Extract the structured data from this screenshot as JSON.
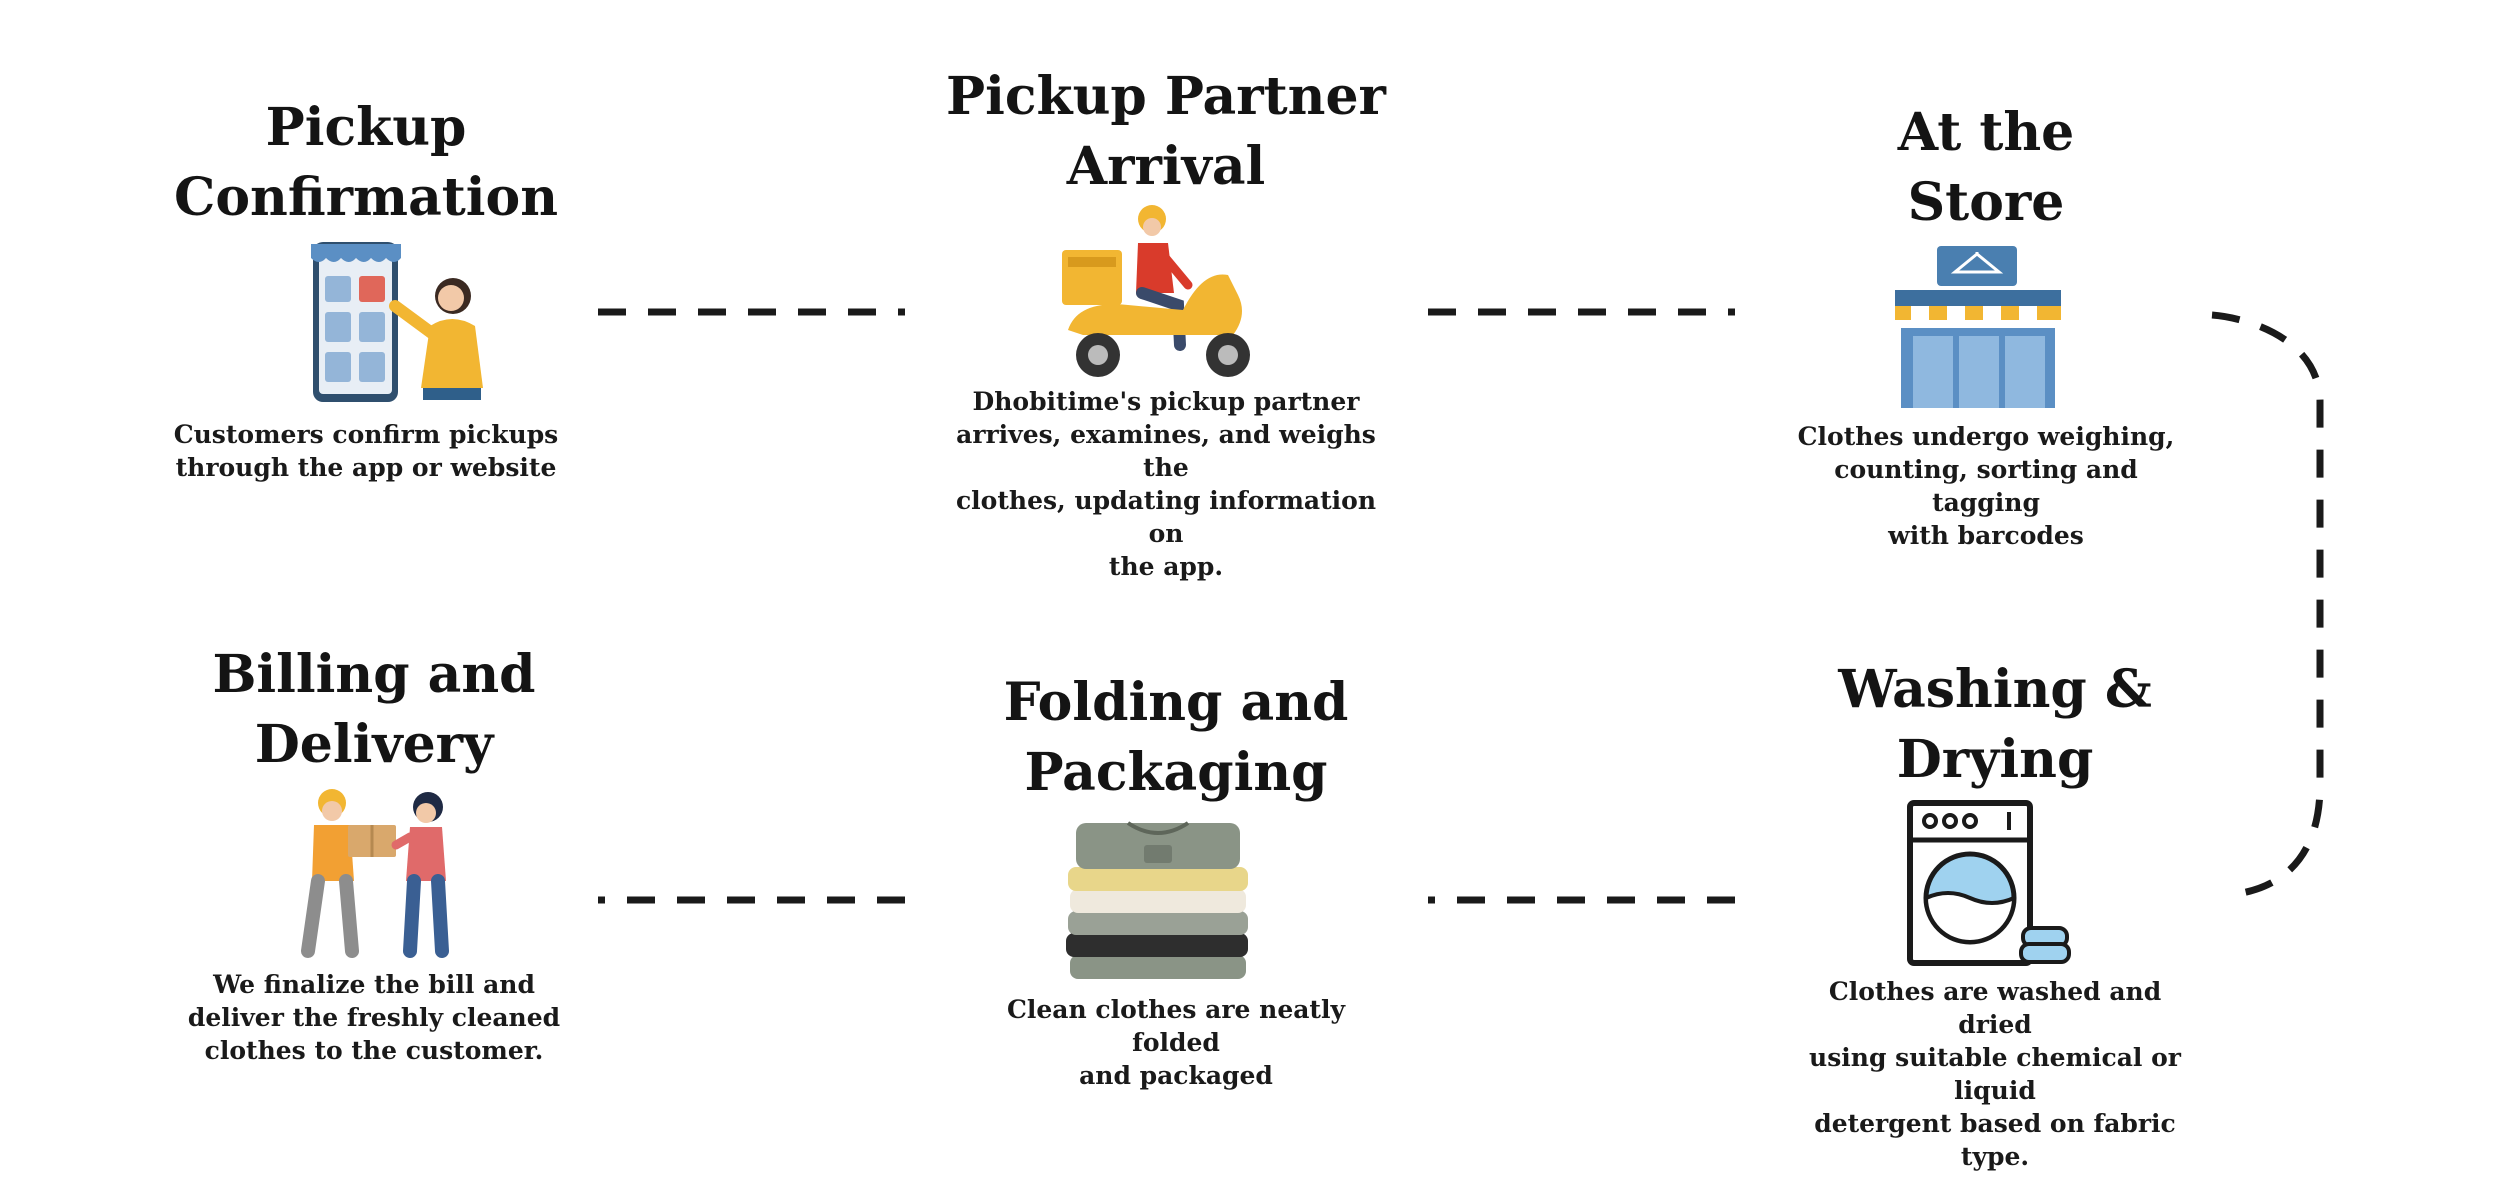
{
  "steps": [
    {
      "title_line1": "Pickup",
      "title_line2": "Confirmation",
      "desc": [
        "Customers confirm pickups",
        "through the app or website"
      ],
      "icon": "phone-shopper-icon"
    },
    {
      "title_line1": "Pickup Partner",
      "title_line2": "Arrival",
      "desc": [
        "Dhobitime's pickup partner",
        "arrives, examines, and weighs the",
        "clothes, updating information on",
        "the app."
      ],
      "icon": "scooter-delivery-icon"
    },
    {
      "title_line1": "At the",
      "title_line2": "Store",
      "desc": [
        "Clothes undergo weighing,",
        "counting, sorting and tagging",
        "with barcodes"
      ],
      "icon": "laundry-store-icon"
    },
    {
      "title_line1": "Washing &",
      "title_line2": "Drying",
      "desc": [
        "Clothes are washed and dried",
        "using suitable chemical or liquid",
        "detergent based on fabric type."
      ],
      "icon": "washing-machine-icon"
    },
    {
      "title_line1": "Folding and",
      "title_line2": "Packaging",
      "desc": [
        "Clean clothes are neatly folded",
        "and packaged"
      ],
      "icon": "folded-clothes-icon"
    },
    {
      "title_line1": "Billing and",
      "title_line2": "Delivery",
      "desc": [
        "We finalize the bill and",
        "deliver the freshly cleaned",
        "clothes to the customer."
      ],
      "icon": "handover-delivery-icon"
    }
  ],
  "colors": {
    "line": "#1a1a1a",
    "accent_yellow": "#f2b632",
    "blue": "#5b8fc4",
    "light_blue": "#9fd2ef"
  }
}
